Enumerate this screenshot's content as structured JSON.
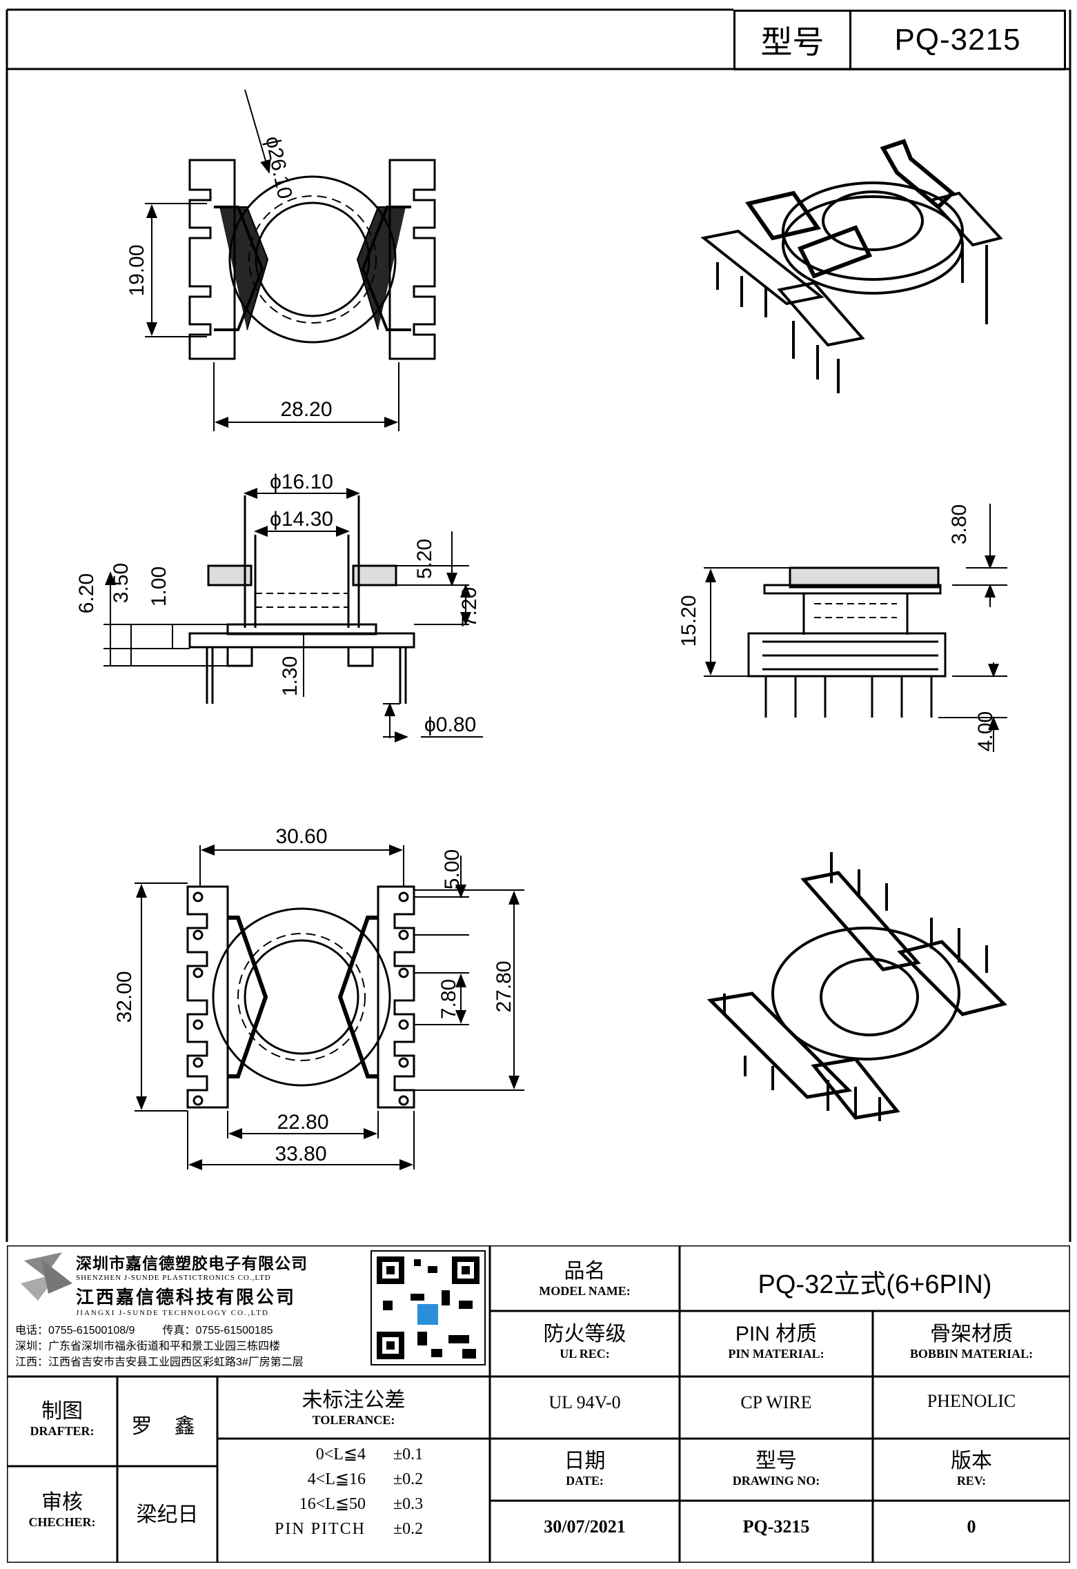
{
  "header": {
    "model_label": "型号",
    "model_value": "PQ-3215"
  },
  "dims": {
    "top_view": {
      "dia_26_10": "ϕ26.10",
      "h_19_00": "19.00",
      "w_28_20": "28.20"
    },
    "side_view": {
      "dia_16_10": "ϕ16.10",
      "dia_14_30": "ϕ14.30",
      "v_6_20": "6.20",
      "v_3_50": "3.50",
      "v_1_00": "1.00",
      "v_5_20": "5.20",
      "v_7_20": "7.20",
      "v_1_30": "1.30",
      "dia_0_80": "ϕ0.80"
    },
    "front_view": {
      "v_3_80": "3.80",
      "v_15_20": "15.20",
      "v_4_00": "4.00"
    },
    "bottom_view": {
      "w_30_60": "30.60",
      "v_5_00": "5.00",
      "v_32_00": "32.00",
      "v_7_80": "7.80",
      "v_27_80": "27.80",
      "w_22_80": "22.80",
      "w_33_80": "33.80"
    }
  },
  "company": {
    "name_cn": "深圳市嘉信德塑胶电子有限公司",
    "name_en": "SHENZHEN J-SUNDE PLASTICTRONICS CO.,LTD",
    "name2_cn": "江西嘉信德科技有限公司",
    "name2_en": "JIANGXI J-SUNDE TECHNOLOGY CO.,LTD",
    "tel": "电话：0755-61500108/9",
    "fax": "传真：0755-61500185",
    "addr_sz": "深圳：广东省深圳市福永街道和平和景工业园三栋四楼",
    "addr_jx": "江西：江西省吉安市吉安县工业园西区彩虹路3#厂房第二层"
  },
  "title_block": {
    "model_name_cn": "品名",
    "model_name_en": "MODEL NAME:",
    "model_name_value": "PQ-32立式(6+6PIN)",
    "ul_cn": "防火等级",
    "ul_en": "UL REC:",
    "ul_value": "UL 94V-0",
    "pin_cn": "PIN 材质",
    "pin_en": "PIN MATERIAL:",
    "pin_value": "CP WIRE",
    "bobbin_cn": "骨架材质",
    "bobbin_en": "BOBBIN MATERIAL:",
    "bobbin_value": "PHENOLIC",
    "drafter_cn": "制图",
    "drafter_en": "DRAFTER:",
    "drafter_value": "罗 鑫",
    "checker_cn": "审核",
    "checker_en": "CHECHER:",
    "checker_value": "梁纪日",
    "tol_cn": "未标注公差",
    "tol_en": "TOLERANCE:",
    "tolerances": [
      {
        "range": "0<L≦4",
        "value": "±0.1"
      },
      {
        "range": "4<L≦16",
        "value": "±0.2"
      },
      {
        "range": "16<L≦50",
        "value": "±0.3"
      },
      {
        "range": "PIN PITCH",
        "value": "±0.2"
      }
    ],
    "date_cn": "日期",
    "date_en": "DATE:",
    "date_value": "30/07/2021",
    "dwg_cn": "型号",
    "dwg_en": "DRAWING NO:",
    "dwg_value": "PQ-3215",
    "rev_cn": "版本",
    "rev_en": "REV:",
    "rev_value": "0"
  }
}
